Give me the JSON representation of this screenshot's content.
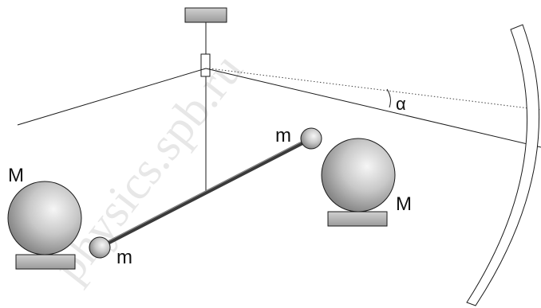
{
  "labels": {
    "big_mass_left": "M",
    "big_mass_right": "M",
    "small_mass_top": "m",
    "small_mass_bottom": "m",
    "angle": "α"
  },
  "watermark": "physics.spb.ru",
  "colors": {
    "line": "#1a1a1a",
    "rod": "#555555",
    "sphere_light": "#f4f4f4",
    "sphere_dark": "#7a7a7a",
    "base_fill": "#b4b4b4",
    "ceiling_block": "#8a8a8a"
  }
}
